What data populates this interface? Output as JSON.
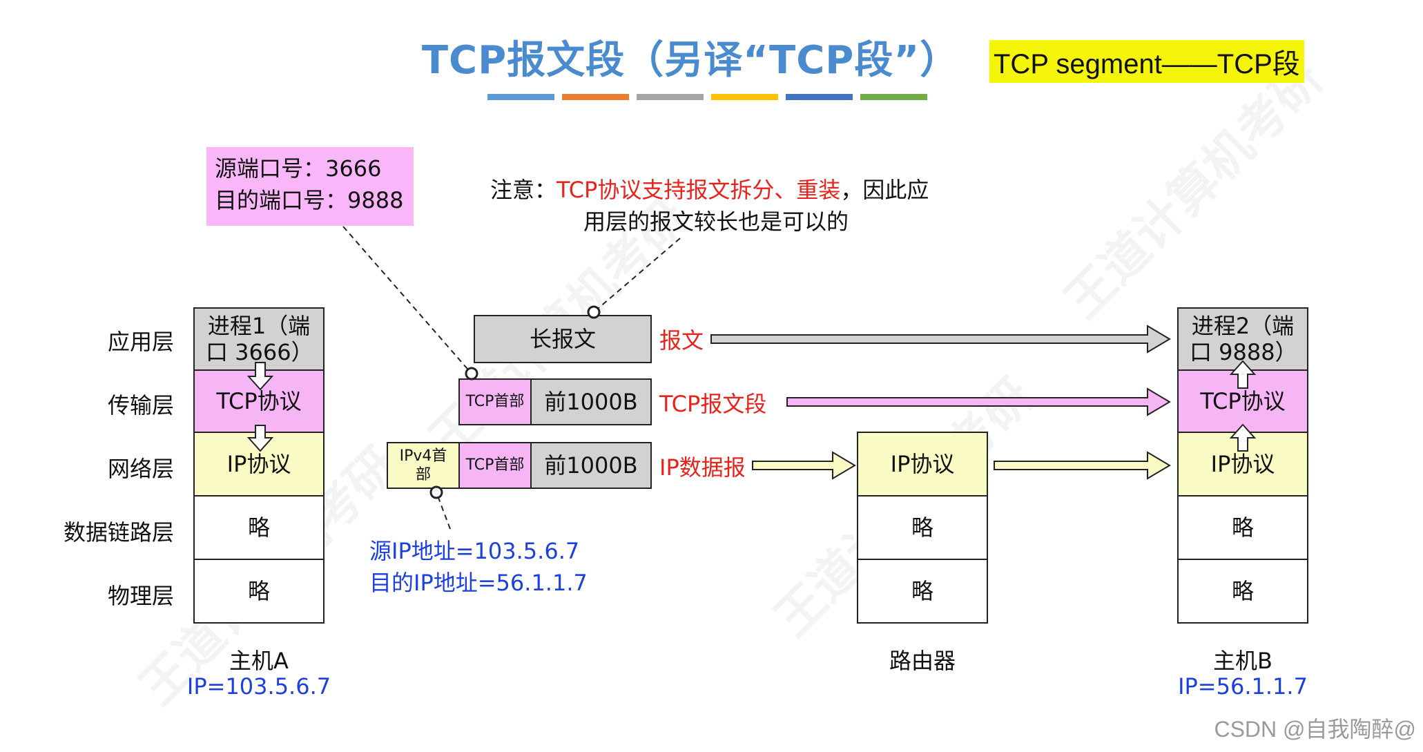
{
  "title": "TCP报文段（另译“TCP段”）",
  "highlight": "TCP segment——TCP段",
  "colorbar": [
    "#5b9bd5",
    "#ed7d31",
    "#a5a5a5",
    "#ffc000",
    "#4472c4",
    "#70ad47"
  ],
  "port_box": {
    "line1": "源端口号：3666",
    "line2": "目的端口号：9888"
  },
  "note": {
    "prefix": "注意：",
    "red": "TCP协议支持报文拆分、重装",
    "suffix": "，因此应",
    "line2": "用层的报文较长也是可以的"
  },
  "layers": [
    "应用层",
    "传输层",
    "网络层",
    "数据链路层",
    "物理层"
  ],
  "hostA": {
    "cells": [
      "进程1（端口 3666）",
      "TCP协议",
      "IP协议",
      "略",
      "略"
    ],
    "name": "主机A",
    "ip": "IP=103.5.6.7"
  },
  "router": {
    "cells": [
      "IP协议",
      "略",
      "略"
    ],
    "name": "路由器"
  },
  "hostB": {
    "cells": [
      "进程2（端口 9888）",
      "TCP协议",
      "IP协议",
      "略",
      "略"
    ],
    "name": "主机B",
    "ip": "IP=56.1.1.7"
  },
  "packets": {
    "message": {
      "body": "长报文",
      "label": "报文"
    },
    "segment": {
      "header": "TCP首部",
      "body": "前1000B",
      "label": "TCP报文段"
    },
    "datagram": {
      "ip_header": "IPv4首部",
      "tcp_header": "TCP首部",
      "body": "前1000B",
      "label": "IP数据报"
    }
  },
  "ip_box": {
    "line1": "源IP地址=103.5.6.7",
    "line2": "目的IP地址=56.1.1.7"
  },
  "footer": "CSDN @自我陶醉@"
}
